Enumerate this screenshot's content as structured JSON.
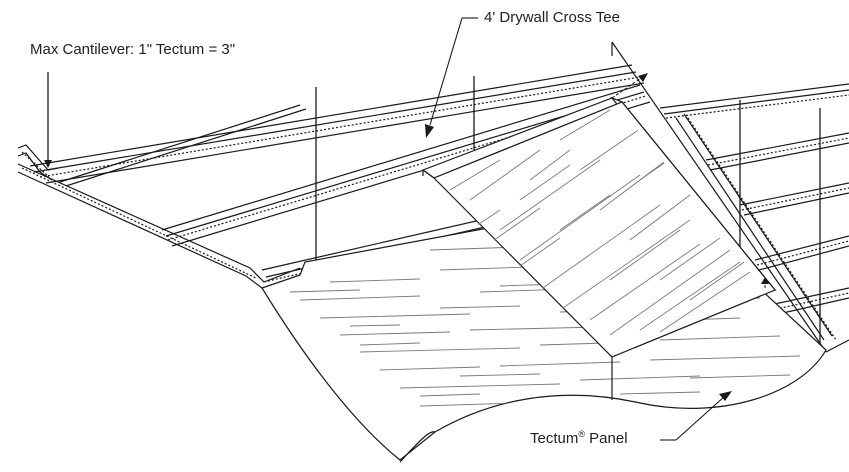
{
  "labels": {
    "cantilever": "Max Cantilever: 1\" Tectum = 3\"",
    "cross_tee": "4' Drywall Cross Tee",
    "panel_name": "Tectum",
    "panel_mark": "®",
    "panel_suffix": " Panel"
  },
  "colors": {
    "line": "#1a1a1a",
    "hatch": "#7a7a7a",
    "background": "#ffffff"
  }
}
